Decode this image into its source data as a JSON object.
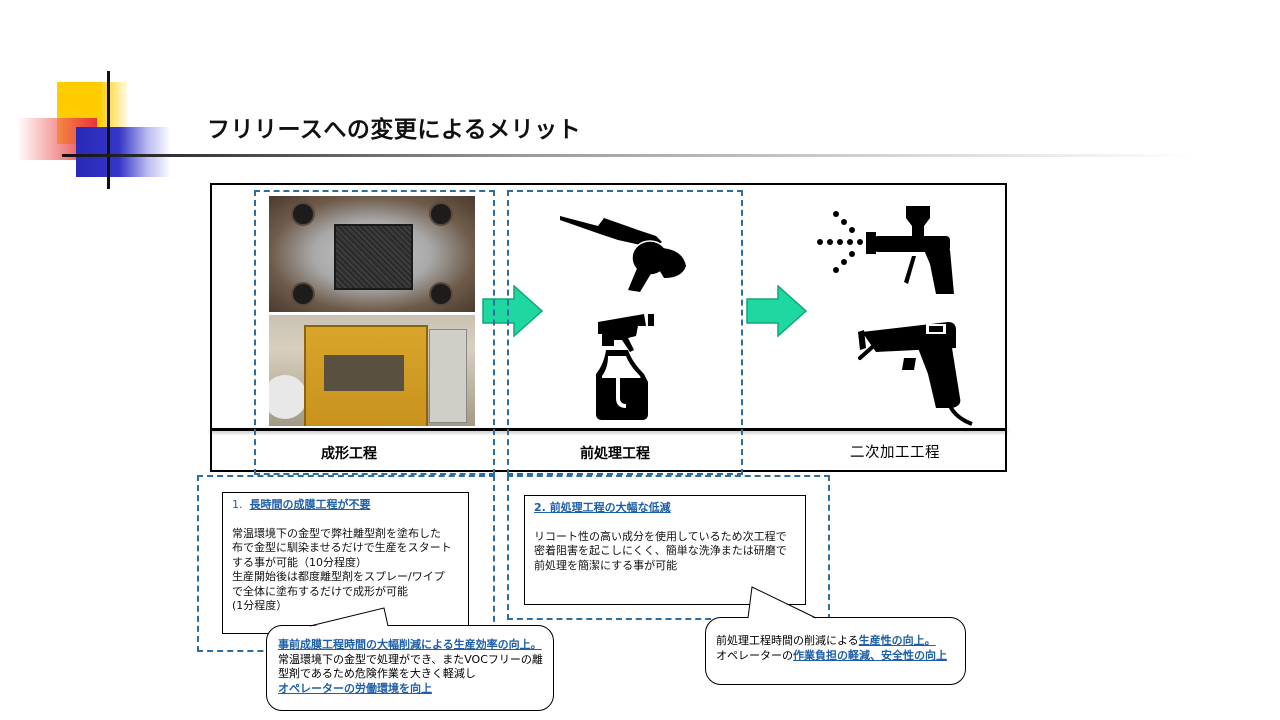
{
  "slide": {
    "title": "フリリースへの変更によるメリット"
  },
  "process": {
    "steps": [
      {
        "label": "成形工程",
        "visual": "mold-photo and press-machine-photo"
      },
      {
        "label": "前処理工程",
        "visual": "angle-grinder-icon and spray-bottle-icon"
      },
      {
        "label": "二次加工工程",
        "visual": "spray-gun-icon and glue-gun-icon"
      }
    ],
    "arrow_color": "#1fd7a0",
    "dash_color": "#2e6e9e"
  },
  "notes": [
    {
      "number": "1.",
      "heading": "長時間の成膜工程が不要",
      "body": [
        "常温環境下の金型で弊社離型剤を塗布した",
        "布で金型に馴染ませるだけで生産をスタート",
        "する事が可能（10分程度）",
        "生産開始後は都度離型剤をスプレー/ワイプ",
        "で全体に塗布するだけで成形が可能",
        "(1分程度）"
      ]
    },
    {
      "number": "2.",
      "heading": "前処理工程の大幅な低減",
      "body": [
        "リコート性の高い成分を使用しているため次工程で",
        "密着阻害を起こしにくく、簡単な洗浄または研磨で",
        "前処理を簡潔にする事が可能"
      ]
    }
  ],
  "callouts": [
    {
      "segments": [
        {
          "text": "事前成膜工程時間の大幅削減による生産効率の向上。",
          "highlight": true
        },
        {
          "text": "常温環境下の金型で処理ができ、またVOCフリーの離型剤であるため危険作業を大きく軽減し",
          "highlight": false
        },
        {
          "text": "オペレーターの労働環境を向上",
          "highlight": true
        }
      ]
    },
    {
      "segments": [
        {
          "text": "前処理工程時間の削減による",
          "highlight": false
        },
        {
          "text": "生産性の向上。",
          "highlight": true
        },
        {
          "text": "オペレーターの",
          "highlight": false
        },
        {
          "text": "作業負担の軽減、安全性の向上",
          "highlight": true
        }
      ]
    }
  ],
  "colors": {
    "accent_blue": "#1f5fa8",
    "arrow_green": "#1fd7a0"
  }
}
